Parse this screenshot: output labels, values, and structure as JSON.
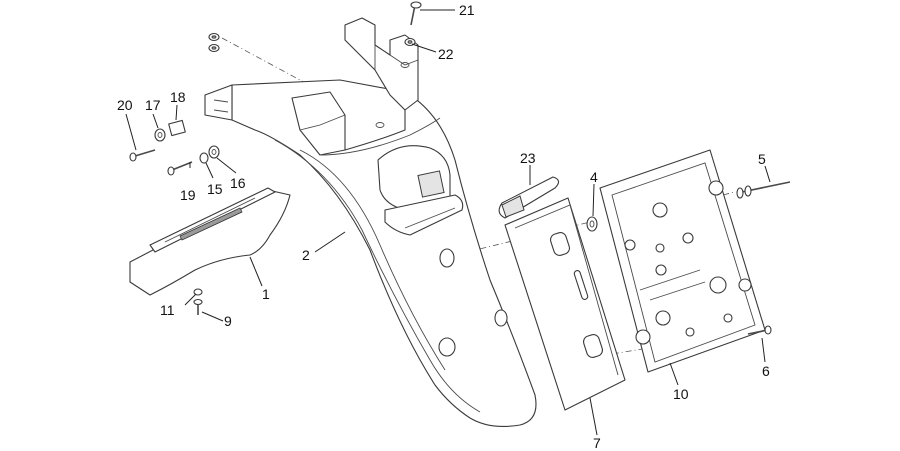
{
  "callouts": [
    {
      "id": "c1",
      "text": "1"
    },
    {
      "id": "c2",
      "text": "2"
    },
    {
      "id": "c4",
      "text": "4"
    },
    {
      "id": "c5",
      "text": "5"
    },
    {
      "id": "c6",
      "text": "6"
    },
    {
      "id": "c7",
      "text": "7"
    },
    {
      "id": "c9",
      "text": "9"
    },
    {
      "id": "c10",
      "text": "10"
    },
    {
      "id": "c11",
      "text": "11"
    },
    {
      "id": "c15",
      "text": "15"
    },
    {
      "id": "c16",
      "text": "16"
    },
    {
      "id": "c17",
      "text": "17"
    },
    {
      "id": "c18",
      "text": "18"
    },
    {
      "id": "c19",
      "text": "19"
    },
    {
      "id": "c20",
      "text": "20"
    },
    {
      "id": "c21",
      "text": "21"
    },
    {
      "id": "c22",
      "text": "22"
    },
    {
      "id": "c23",
      "text": "23"
    }
  ]
}
